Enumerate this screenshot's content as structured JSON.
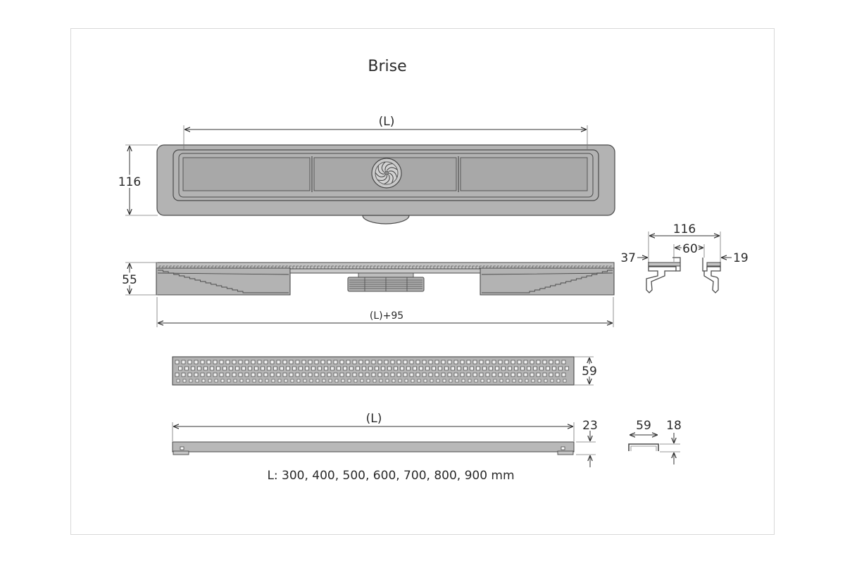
{
  "title": "Brise",
  "top_view": {
    "length_label": "(L)",
    "height_label": "116"
  },
  "side_view": {
    "height_label": "55",
    "length_label": "(L)+95"
  },
  "channel_section": {
    "width_label": "116",
    "inner_label": "60",
    "left_label": "37",
    "right_label": "19"
  },
  "grate_top": {
    "height_label": "59"
  },
  "grate_side": {
    "length_label": "(L)",
    "height_label": "23"
  },
  "grate_section": {
    "width_label": "59",
    "height_label": "18"
  },
  "footer": {
    "lengths": "L: 300, 400, 500, 600, 700, 800, 900 mm"
  },
  "colors": {
    "metal": "#b3b3b3",
    "outline": "#4a4a4a",
    "frame": "#d9d9d9"
  }
}
